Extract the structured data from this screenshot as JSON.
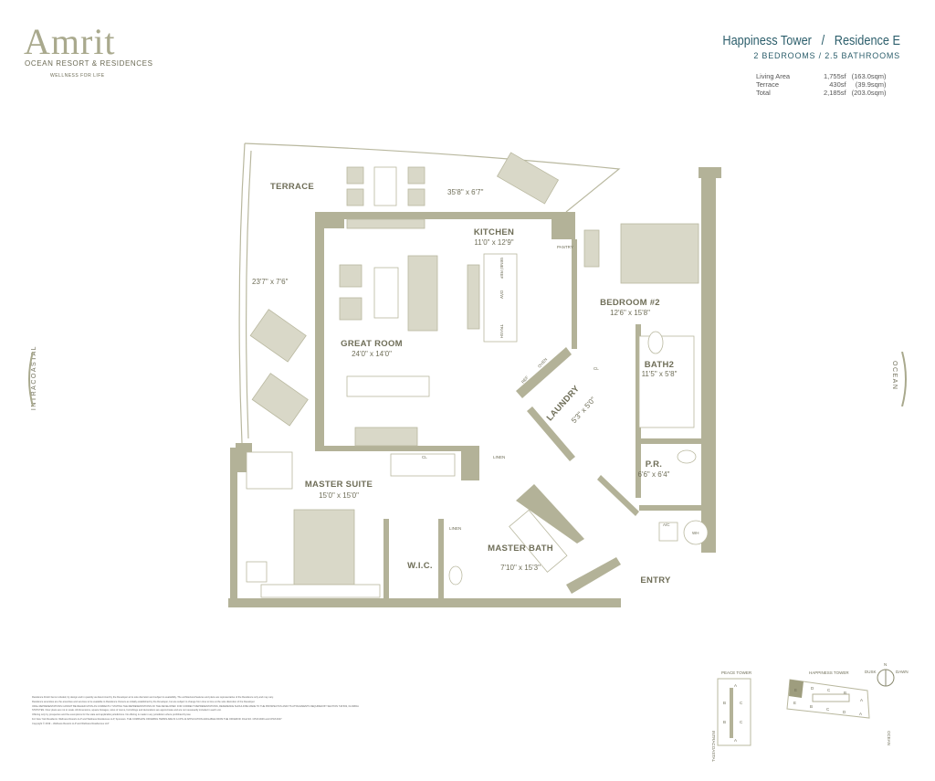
{
  "brand": {
    "name": "Amrit",
    "subtitle": "OCEAN RESORT & RESIDENCES",
    "tagline": "WELLNESS FOR LIFE"
  },
  "header": {
    "tower": "Happiness Tower",
    "separator": "/",
    "residence": "Residence E",
    "rooms": "2 BEDROOMS / 2.5 BATHROOMS"
  },
  "areas": [
    {
      "label": "Living Area",
      "sf": "1,755sf",
      "sqm": "(163.0sqm)"
    },
    {
      "label": "Terrace",
      "sf": "430sf",
      "sqm": "(39.9sqm)"
    },
    {
      "label": "Total",
      "sf": "2,185sf",
      "sqm": "(203.0sqm)"
    }
  ],
  "orientation": {
    "left": "INTRACOASTAL",
    "right": "OCEAN"
  },
  "rooms": {
    "terrace": {
      "name": "TERRACE",
      "dim_top": "35'8\" x 6'7\"",
      "dim_left": "23'7\" x 7'6\""
    },
    "kitchen": {
      "name": "KITCHEN",
      "dim": "11'0\" x 12'9\""
    },
    "great_room": {
      "name": "GREAT ROOM",
      "dim": "24'0\" x 14'0\""
    },
    "bedroom2": {
      "name": "BEDROOM #2",
      "dim": "12'6\" x 15'8\""
    },
    "bath2": {
      "name": "BATH2",
      "dim": "11'5\" x 5'8\""
    },
    "laundry": {
      "name": "LAUNDRY",
      "dim": "5'3\" x 5'0\""
    },
    "powder": {
      "name": "P.R.",
      "dim": "6'6\" x 6'4\""
    },
    "master_suite": {
      "name": "MASTER SUITE",
      "dim": "15'0\" x 15'0\""
    },
    "wic": {
      "name": "W.I.C."
    },
    "master_bath": {
      "name": "MASTER BATH",
      "dim": "7'10\" x 15'3\""
    },
    "entry": {
      "name": "ENTRY"
    }
  },
  "fixtures": {
    "pantry": "PANTRY",
    "wine": "WINE/ REF",
    "dw": "D/W",
    "trash": "TRASH",
    "ref": "REF",
    "oven": "OVEN",
    "cl": "CL",
    "linen": "LINEN",
    "ac": "A/C",
    "wh": "WH"
  },
  "keyplan": {
    "peace": "PEACE TOWER",
    "happiness": "HAPPINESS TOWER",
    "units_peace": [
      "A",
      "B",
      "C",
      "B",
      "C",
      "A"
    ],
    "units_happy": [
      "E",
      "D",
      "C",
      "B",
      "A",
      "E",
      "B",
      "C",
      "D",
      "A"
    ],
    "compass": {
      "n": "N",
      "sunset": "DUSK",
      "sunrise": "DAWN"
    },
    "ocean": "OCEAN",
    "intracoastal": "INTRACOASTAL"
  },
  "disclaimer": [
    "Residence Finish Items included, by design and in quantity as determined by the Developer at its sole discretion and subject to availability. The architectural features and plans are representative of the Residence only and may vary.",
    "Residence amenities are the amenities and services to be available to Residence Owners as initially established by the Developer, but are subject to change from time to time at the sole discretion of the Developer.",
    "ORAL REPRESENTATIONS CANNOT BE RELIED UPON AS CORRECTLY STATING THE REPRESENTATIONS OF THE DEVELOPER. FOR CORRECT REPRESENTATIONS, REFERENCE SHOULD BE MADE TO THE PROSPECTUS AND ITS ATTACHMENTS REQUIRED BY SECTION 718.503, FLORIDA STATUTES. Floor plans are not to scale. All dimensions, square footages, sizes of rooms, furnishings and decorations are approximate and are not necessarily included in each unit.",
    "Offering only by prospectus and the exemptions for the state and applicable jurisdictions. No offering is made in any jurisdiction where prohibited by law.",
    "For New York Residents: Wellness Resorts LLP and Wellness Residences LLP, Sponsors. THE COMPLETE OFFERING TERMS ARE IN A CPS-12 APPLICATION AVAILABLE FROM THE OFFEROR. FILE NO. CP18-0046 and CP18-0047",
    "Copyright © 2019 – Wellness Resorts LLP and Wellness Residences LLP"
  ]
}
